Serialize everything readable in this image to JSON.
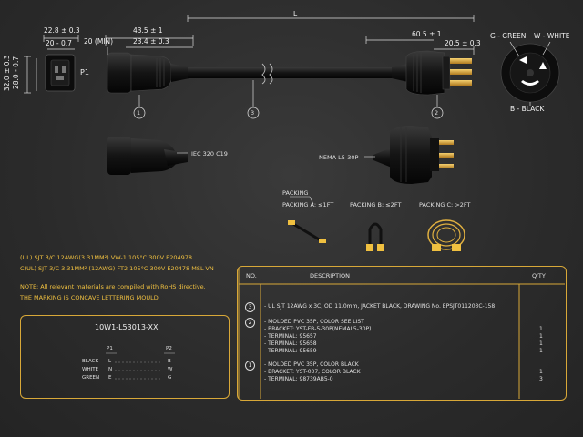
{
  "dims": {
    "p1_top": "22.8 ± 0.3",
    "p1_inner": "20 - 0.7",
    "p1_height_outer": "32.0 ± 0.3",
    "p1_height_inner": "28.0 - 0.7",
    "min_20": "20 (MIN)",
    "c19_len": "43.5 ± 1",
    "c19_len2": "23.4 ± 0.3",
    "L": "L",
    "plug_len": "60.5 ± 1",
    "plug_pin": "20.5 ± 0.3"
  },
  "labels": {
    "p1": "P1",
    "g_green": "G - GREEN",
    "w_white": "W - WHITE",
    "b_black": "B - BLACK",
    "iec": "IEC 320 C19",
    "nema": "NEMA L5-30P",
    "c1": "1",
    "c2": "2",
    "c3": "3"
  },
  "packing": {
    "title": "PACKING",
    "a": "PACKING  A:  ≤1FT",
    "b": "PACKING  B:  ≤2FT",
    "c": "PACKING  C:  >2FT"
  },
  "notes": {
    "ul": "(UL) SJT 3/C 12AWG(3.31MM²) VW-1 105°C 300V E204978",
    "cul": "C(UL) SJT 3/C 3.31MM² (12AWG) FT2 105°C 300V E20478 MSL-VN-",
    "note": "NOTE: All relevant materials are compiled with RoHS directive.",
    "marking": "THE MARKING IS CONCAVE LETTERING MOULD"
  },
  "wiring": {
    "part": "10W1-L53013-XX",
    "col_p1": "P1",
    "col_p2": "P2",
    "rows": [
      {
        "color": "BLACK",
        "p1": "L",
        "p2": "B"
      },
      {
        "color": "WHITE",
        "p1": "N",
        "p2": "W"
      },
      {
        "color": "GREEN",
        "p1": "E",
        "p2": "G"
      }
    ]
  },
  "bom": {
    "h_no": "NO.",
    "h_desc": "DESCRIPTION",
    "h_qty": "Q'TY",
    "rows": [
      {
        "no": "3",
        "lines": [
          "- UL SJT 12AWG x 3C, OD 11.0mm, JACKET BLACK, DRAWING No. EPSJT011203C-158"
        ],
        "qty": [
          ""
        ]
      },
      {
        "no": "2",
        "lines": [
          "- MOLDED PVC 35P, COLOR SEE LIST",
          "- BRACKET: YST-FB-5-30P(NEMAL5-30P)",
          "- TERMINAL: 95657",
          "- TERMINAL: 95658",
          "- TERMINAL: 95659"
        ],
        "qty": [
          "",
          "1",
          "1",
          "1",
          "1"
        ]
      },
      {
        "no": "1",
        "lines": [
          "- MOLDED PVC 35P, COLOR BLACK",
          "- BRACKET: YST-037, COLOR BLACK",
          "- TERMINAL: 98739AB5-0"
        ],
        "qty": [
          "",
          "1",
          "3"
        ]
      }
    ]
  },
  "colors": {
    "gold": "#d8a838",
    "text": "#f0f0f0",
    "accent": "#f0c040"
  }
}
